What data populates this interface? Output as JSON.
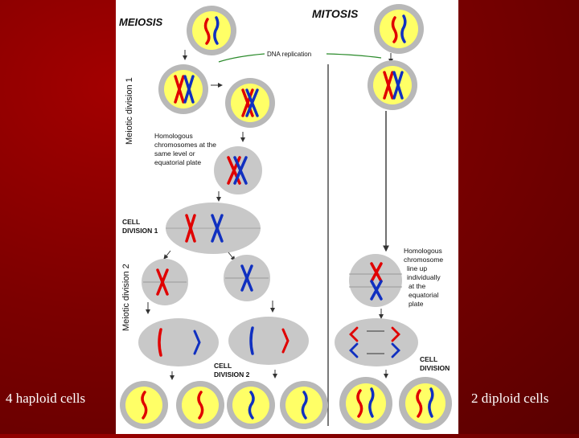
{
  "slide": {
    "left_caption": "4 haploid cells",
    "right_caption": "2 diploid cells"
  },
  "diagram": {
    "meiosis_title": "MEIOSIS",
    "mitosis_title": "MITOSIS",
    "dna_replication": "DNA replication",
    "meiotic_division_1": "Meiotic division 1",
    "meiotic_division_2": "Meiotic division 2",
    "homologous_equatorial": [
      "Homologous",
      "chromosomes at the",
      "same level or",
      "equatorial plate"
    ],
    "cell_division_1": [
      "CELL",
      "DIVISION 1"
    ],
    "cell_division_2": [
      "CELL",
      "DIVISION 2"
    ],
    "mitosis_homologous": [
      "Homologous",
      "chromosome",
      "line up",
      "individually",
      "at the",
      "equatorial",
      "plate"
    ],
    "cell_division": [
      "CELL",
      "DIVISION"
    ]
  },
  "colors": {
    "background": "#7d0000",
    "cell_fill": "#ffff66",
    "cell_ring": "#b8b8b8",
    "dividing_cell": "#c8c8c8",
    "chromosome_red": "#e00000",
    "chromosome_blue": "#1030c0",
    "dna_line": "#2a8a2a"
  }
}
